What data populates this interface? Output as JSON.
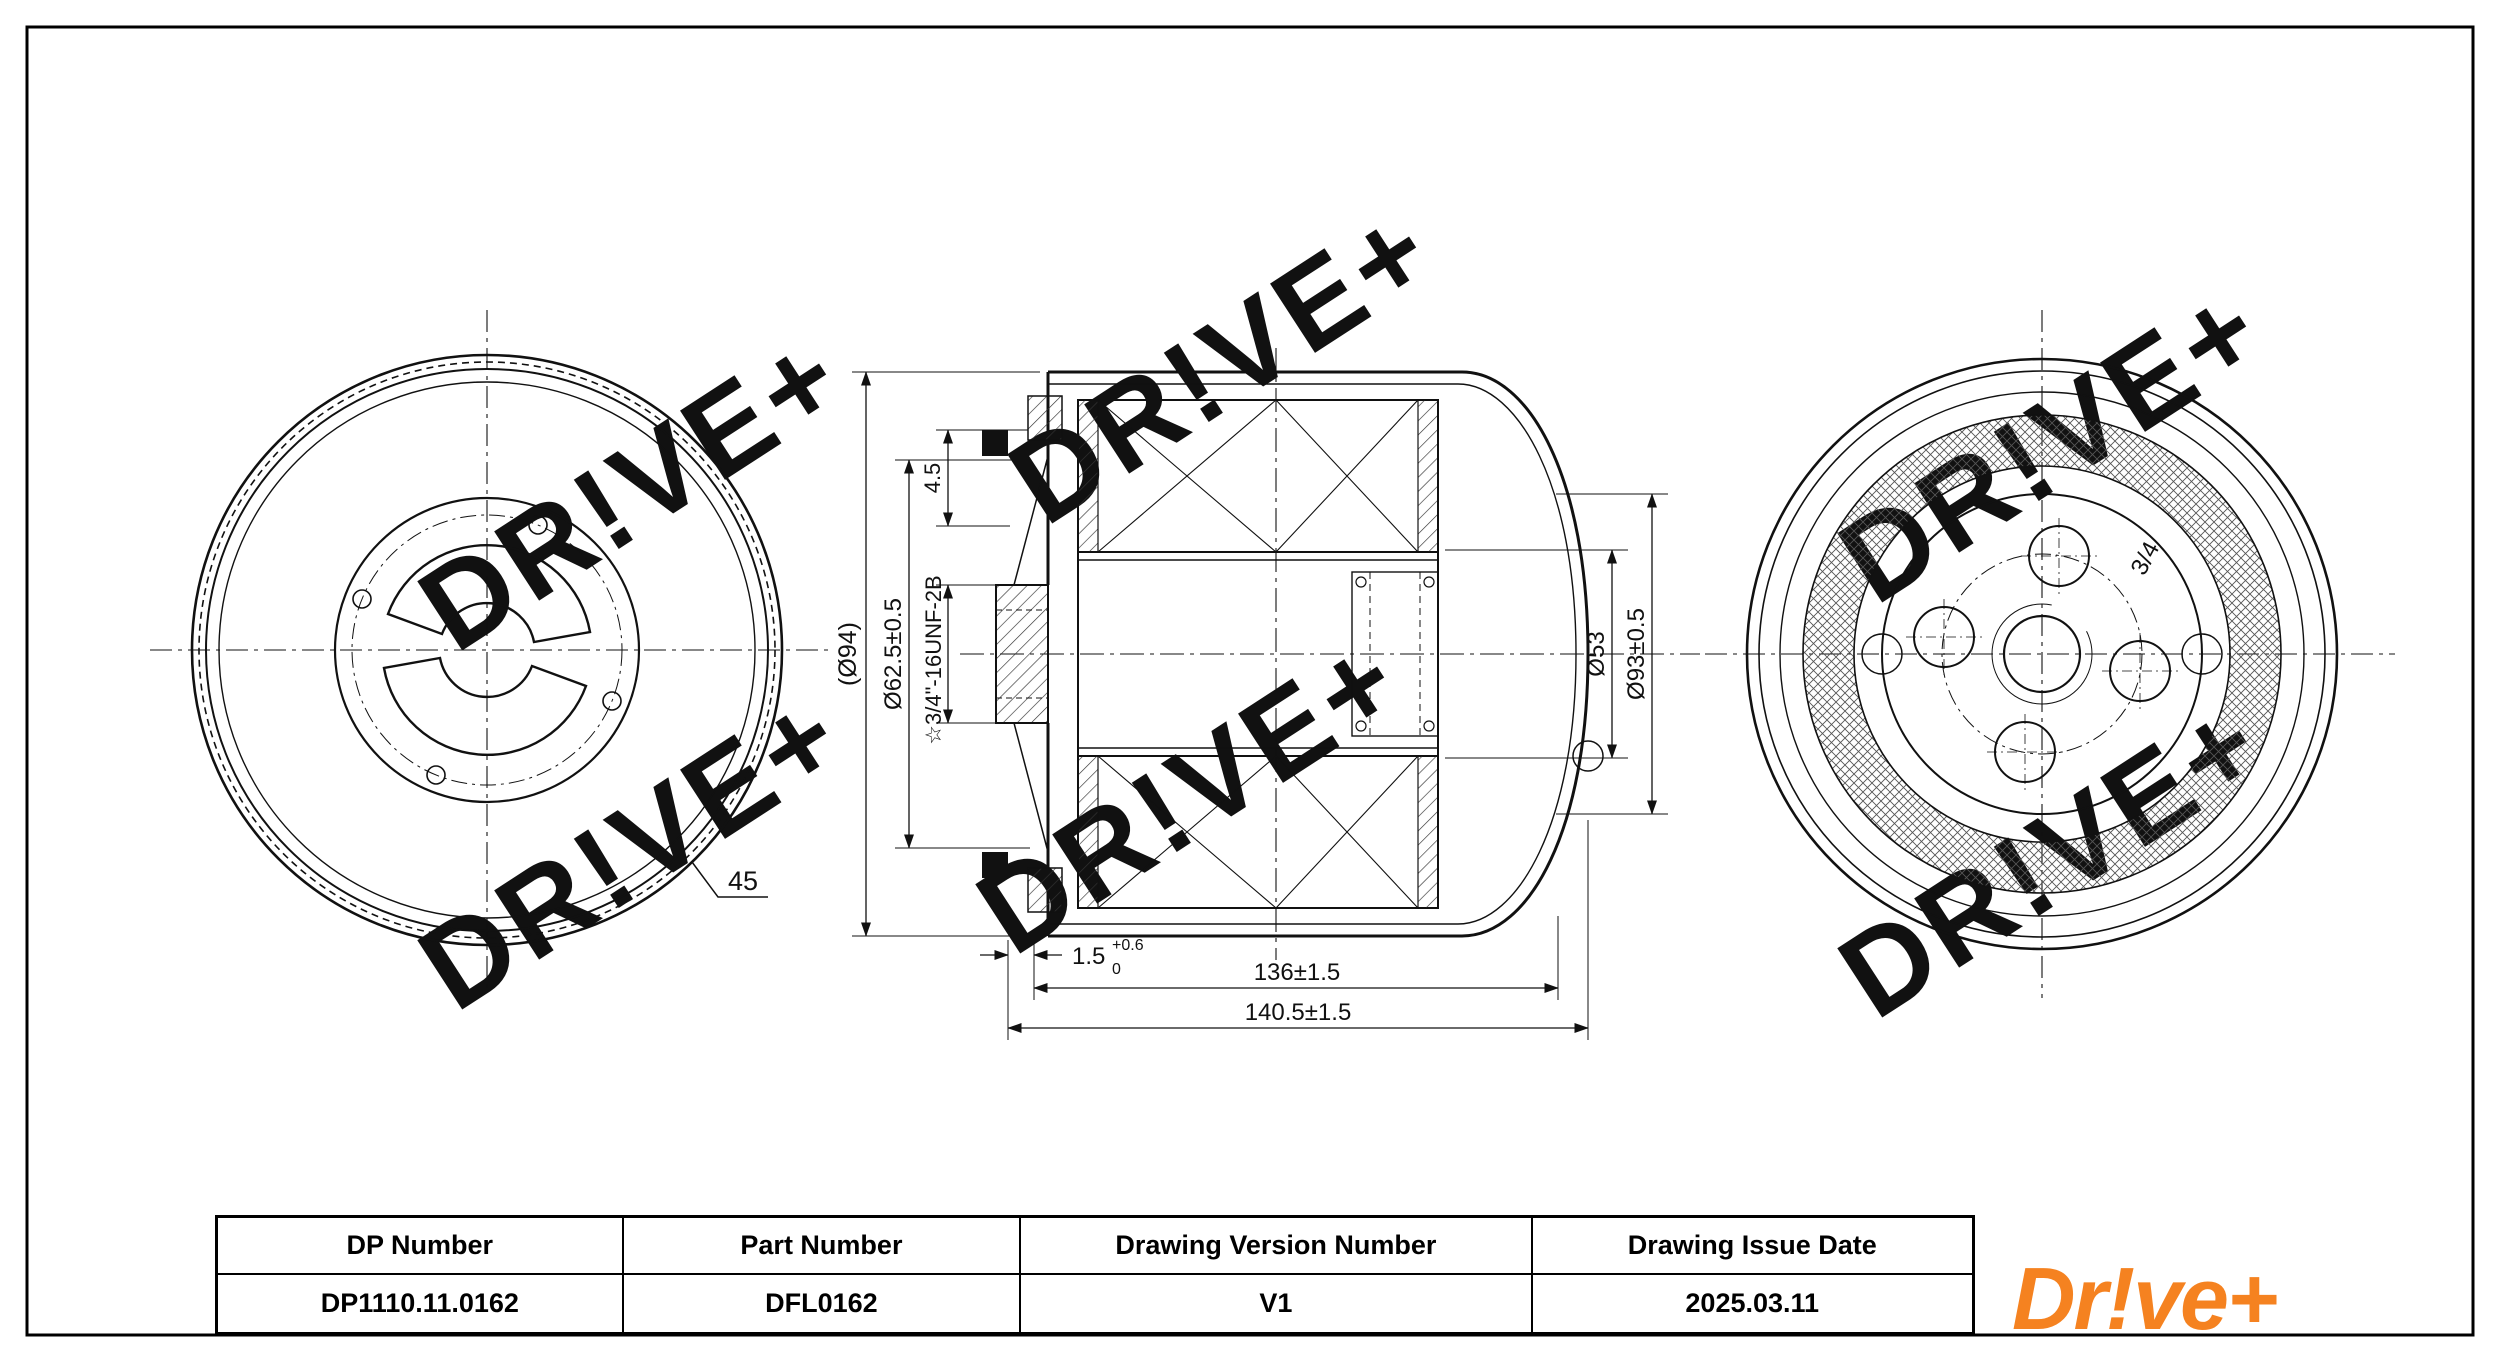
{
  "watermark": {
    "text": "DR!VE+",
    "color": "#d8d8d8"
  },
  "logo": {
    "text": "Dr!ve+",
    "color": "#F58220"
  },
  "drawing": {
    "left_view": {
      "serration_label": "45"
    },
    "section_view": {
      "dim_outer_diameter": "(Ø94)",
      "dim_inner_diameter": "Ø62.5±0.5",
      "dim_thread": "☆3/4\"-16UNF-2B",
      "dim_seam": "4.5",
      "dim_port_diameter": "Ø53",
      "dim_body_diameter": "Ø93±0.5",
      "dim_gasket_height": "1.5",
      "dim_gasket_tol_upper": "+0.6",
      "dim_gasket_tol_lower": "0",
      "dim_body_length": "136±1.5",
      "dim_overall_length": "140.5±1.5"
    },
    "right_view": {
      "thread_label": "3/4"
    }
  },
  "title_block": {
    "columns": [
      {
        "header": "DP Number",
        "value": "DP1110.11.0162"
      },
      {
        "header": "Part Number",
        "value": "DFL0162"
      },
      {
        "header": "Drawing Version Number",
        "value": "V1"
      },
      {
        "header": "Drawing Issue Date",
        "value": "2025.03.11"
      }
    ]
  }
}
